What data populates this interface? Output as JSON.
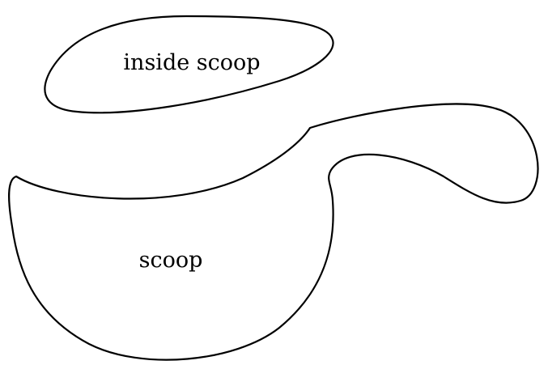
{
  "diagram": {
    "shapes": [
      {
        "id": "inside-scoop",
        "label": "inside scoop"
      },
      {
        "id": "scoop",
        "label": "scoop"
      }
    ]
  }
}
